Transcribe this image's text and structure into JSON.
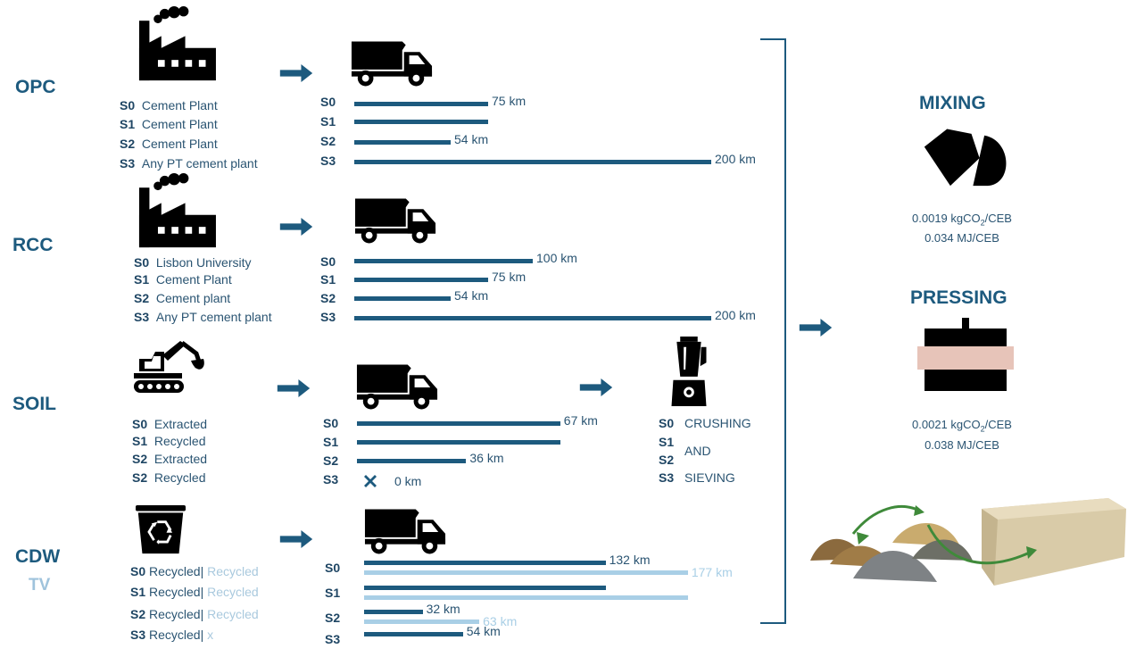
{
  "materials": {
    "opc": "OPC",
    "rcc": "RCC",
    "soil": "SOIL",
    "cdw": "CDW",
    "tv": "TV"
  },
  "opc": {
    "sources": [
      {
        "s": "S0",
        "text": "Cement Plant"
      },
      {
        "s": "S1",
        "text": "Cement Plant"
      },
      {
        "s": "S2",
        "text": "Cement Plant"
      },
      {
        "s": "S3",
        "text": "Any PT cement plant"
      }
    ],
    "distances": [
      {
        "s": "S0",
        "km": 75,
        "label": "75 km"
      },
      {
        "s": "S1",
        "km": 75,
        "label": ""
      },
      {
        "s": "S2",
        "km": 54,
        "label": "54 km"
      },
      {
        "s": "S3",
        "km": 200,
        "label": "200 km"
      }
    ]
  },
  "rcc": {
    "sources": [
      {
        "s": "S0",
        "text": "Lisbon University"
      },
      {
        "s": "S1",
        "text": "Cement Plant"
      },
      {
        "s": "S2",
        "text": "Cement plant"
      },
      {
        "s": "S3",
        "text": "Any PT cement plant"
      }
    ],
    "distances": [
      {
        "s": "S0",
        "km": 100,
        "label": "100 km"
      },
      {
        "s": "S1",
        "km": 75,
        "label": "75 km"
      },
      {
        "s": "S2",
        "km": 54,
        "label": "54 km"
      },
      {
        "s": "S3",
        "km": 200,
        "label": "200 km"
      }
    ]
  },
  "soil": {
    "sources": [
      {
        "s": "S0",
        "text": "Extracted"
      },
      {
        "s": "S1",
        "text": "Recycled"
      },
      {
        "s": "S2",
        "text": "Extracted"
      },
      {
        "s": "S2",
        "text": "Recycled"
      }
    ],
    "distances": [
      {
        "s": "S0",
        "km": 67,
        "label": "67 km"
      },
      {
        "s": "S1",
        "km": 67,
        "label": ""
      },
      {
        "s": "S2",
        "km": 36,
        "label": "36 km"
      },
      {
        "s": "S3",
        "km": 0,
        "label": "0 km"
      }
    ],
    "process": {
      "s_labels": [
        "S0",
        "S1",
        "S2",
        "S3"
      ],
      "words": [
        "CRUSHING",
        "AND",
        "SIEVING"
      ]
    }
  },
  "cdw": {
    "sources": [
      {
        "s": "S0",
        "text": "Recycled|",
        "tv": "Recycled"
      },
      {
        "s": "S1",
        "text": "Recycled|",
        "tv": "Recycled"
      },
      {
        "s": "S2",
        "text": "Recycled|",
        "tv": "Recycled"
      },
      {
        "s": "S3",
        "text": "Recycled|",
        "tv": "x"
      }
    ],
    "distances": [
      {
        "s": "S0",
        "km": 132,
        "label": "132 km",
        "tv_km": 177,
        "tv_label": "177 km"
      },
      {
        "s": "S1",
        "km": 132,
        "label": "",
        "tv_km": 177,
        "tv_label": ""
      },
      {
        "s": "S2",
        "km": 32,
        "label": "32 km",
        "tv_km": 63,
        "tv_label": "63 km"
      },
      {
        "s": "S3",
        "km": 54,
        "label": "54 km"
      }
    ]
  },
  "mixing": {
    "title": "MIXING",
    "co2_value": "0.0019 kgCO",
    "co2_sub": "2",
    "co2_unit": "/CEB",
    "energy": "0.034 MJ/CEB"
  },
  "pressing": {
    "title": "PRESSING",
    "co2_value": "0.0021 kgCO",
    "co2_sub": "2",
    "co2_unit": "/CEB",
    "energy": "0.038 MJ/CEB"
  },
  "colors": {
    "primary": "#1d5a7e",
    "light": "#a9cfe6",
    "icon": "#000000"
  }
}
